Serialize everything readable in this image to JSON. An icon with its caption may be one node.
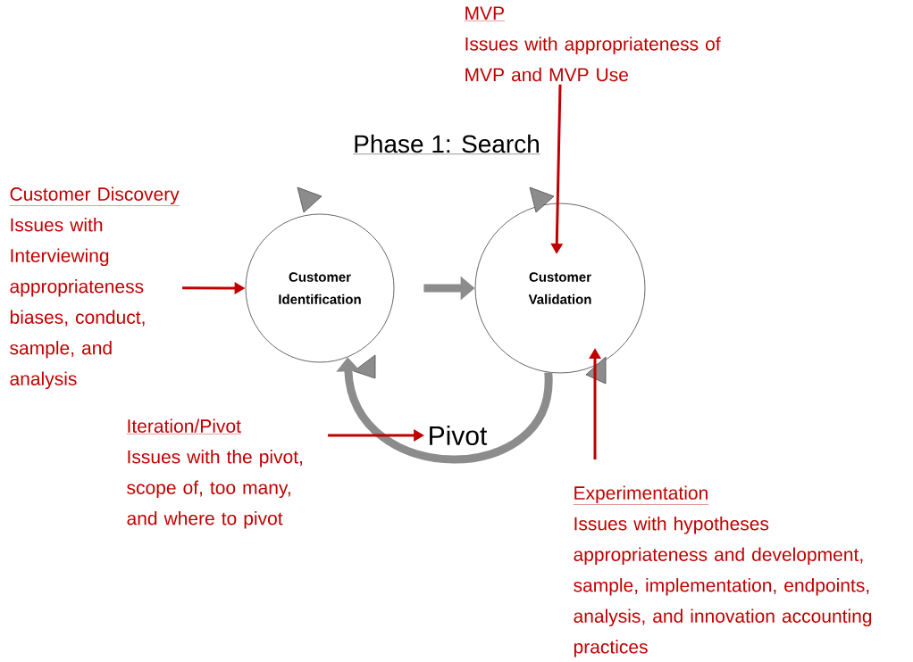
{
  "diagram": {
    "title": "Phase 1: Search",
    "nodes": [
      {
        "text": [
          "Customer Identification"
        ]
      },
      {
        "text": [
          "Customer Validation"
        ]
      },
      {
        "text": [
          "Customer Discovery",
          "Issues with Interviewing appropriateness biases, conduct, sample, and analysis"
        ]
      },
      {
        "text": [
          "MVP",
          "Issues with appropriateness of MVP and MVP Use"
        ]
      },
      {
        "text": [
          "Iteration/Pivot",
          "Issues with the pivot, scope of, too many, and where to pivot"
        ]
      },
      {
        "text": [
          "Pivot"
        ]
      },
      {
        "text": [
          "Experimentation",
          "Issues with hypotheses appropriateness and development, sample, implementation, endpoints, analysis, and innovation accounting practices"
        ]
      }
    ],
    "edges": [
      {
        "from": 0,
        "to": 1,
        "arrow": "to",
        "style": "thick",
        "color": "#8c8c8c"
      },
      {
        "from": 1,
        "to": 0,
        "arrow": "to",
        "style": "thick",
        "color": "#8c8c8c"
      },
      {
        "from": 2,
        "to": 0,
        "arrow": "to"
      },
      {
        "from": 3,
        "to": 1,
        "arrow": "to"
      },
      {
        "from": 4,
        "to": 5,
        "arrow": "to"
      },
      {
        "from": 6,
        "to": 1,
        "arrow": "to"
      }
    ]
  }
}
